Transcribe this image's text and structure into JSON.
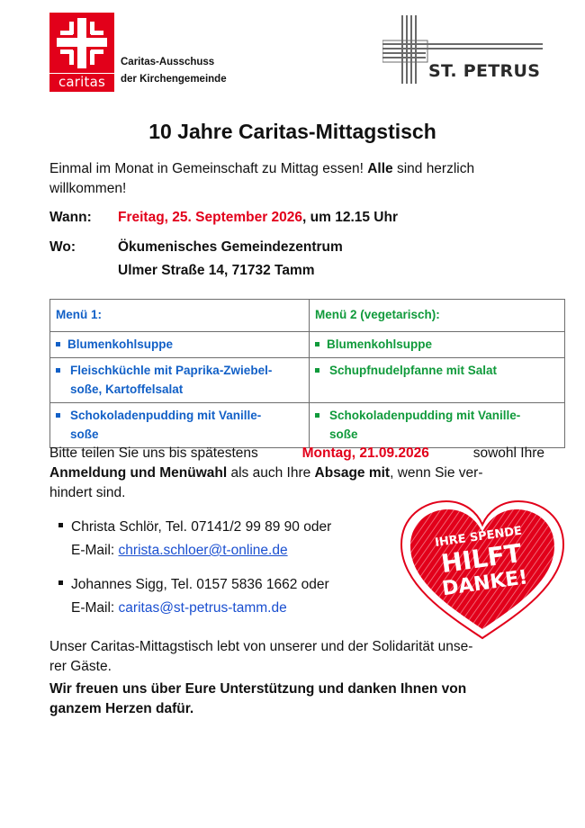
{
  "header": {
    "caritas_word": "caritas",
    "org_line1": "Caritas-Ausschuss",
    "org_line2": "der Kirchengemeinde",
    "parish_name": "ST. PETRUS"
  },
  "title": "10 Jahre  Caritas-Mittagstisch",
  "intro": {
    "before": "Einmal im Monat in Gemeinschaft zu Mittag essen! ",
    "bold": "Alle",
    "after": " sind herzlich willkommen!"
  },
  "when": {
    "label": "Wann:",
    "date": "Freitag, 25. September 2026",
    "time": ", um 12.15 Uhr"
  },
  "where": {
    "label": "Wo:",
    "line1": "Ökumenisches Gemeindezentrum",
    "line2": "Ulmer Straße 14, 71732 Tamm"
  },
  "menu": {
    "menu1_header": "Menü 1:",
    "menu2_header": "Menü 2 (vegetarisch):",
    "menu1_item1": "Blumenkohlsuppe",
    "menu1_item2_l1": "Fleischküchle mit Paprika-Zwiebel-",
    "menu1_item2_l2": "soße, Kartoffelsalat",
    "menu1_item3_l1": "Schokoladenpudding mit Vanille-",
    "menu1_item3_l2": "soße",
    "menu2_item1": "Blumenkohlsuppe",
    "menu2_item2": "Schupfnudelpfanne mit Salat",
    "menu2_item3_l1": "Schokoladenpudding mit Vanille-",
    "menu2_item3_l2": "soße",
    "colors": {
      "menu1": "#1260c7",
      "menu2": "#109a3b"
    }
  },
  "registration": {
    "t1": "Bitte teilen Sie uns bis spätestens ",
    "deadline": "Montag, 21.09.2026",
    "t2": " sowohl Ihre",
    "b1": "Anmeldung und Menüwahl",
    "t3": " als auch Ihre ",
    "b2": "Absage mit",
    "t4": ", wenn Sie ver-",
    "t5": "hindert sind."
  },
  "contacts": [
    {
      "line": "Christa Schlör, Tel. 07141/2 99 89 90 oder",
      "email_label": "E-Mail: ",
      "email": "christa.schloer@t-online.de"
    },
    {
      "line": "Johannes Sigg, Tel. 0157 5836 1662 oder",
      "email_label": "E-Mail: ",
      "email": "caritas@st-petrus-tamm.de"
    }
  ],
  "heart": {
    "line1": "IHRE SPENDE",
    "line2": "HILFT",
    "line3": "DANKE!",
    "color": "#e2001a"
  },
  "closing": {
    "solidarity_l1": "Unser Caritas-Mittagstisch lebt von unserer und der Solidarität unse-",
    "solidarity_l2": "rer Gäste.",
    "thanks_l1": "Wir freuen uns über Eure Unterstützung und danken Ihnen von",
    "thanks_l2": "ganzem Herzen dafür."
  }
}
